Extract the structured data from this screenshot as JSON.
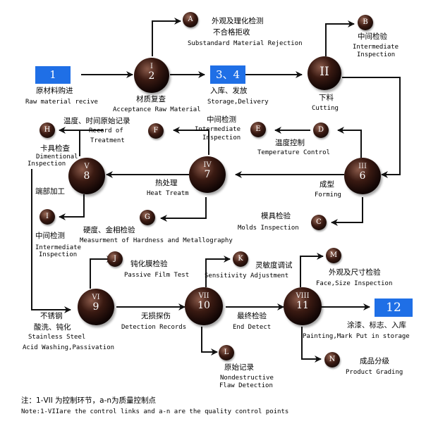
{
  "nodes": {
    "n1": {
      "label": "1",
      "cn": "原材料购进",
      "en": "Raw material recive"
    },
    "n2": {
      "roman": "I",
      "num": "2",
      "cn": "材质复查",
      "en": "Acceptance Raw Material"
    },
    "n34": {
      "label": "3、4",
      "cn": "入库、发放",
      "en": "Storage,Delivery"
    },
    "nII": {
      "roman": "II",
      "cn": "下料",
      "en": "Cutting"
    },
    "nIII": {
      "roman": "III",
      "num": "6",
      "cn": "成型",
      "en": "Forming"
    },
    "nIV": {
      "roman": "IV",
      "num": "7",
      "cn": "热处理",
      "en": "Heat Treatm"
    },
    "nV": {
      "roman": "V",
      "num": "8",
      "cn": "端部加工"
    },
    "nVI": {
      "roman": "VI",
      "num": "9",
      "cn1": "不锈钢",
      "cn2": "酸洗、钝化",
      "en1": "Stainless Steel",
      "en2": "Acid Washing,Passivation"
    },
    "nVII": {
      "roman": "VII",
      "num": "10",
      "cn": "无损探伤",
      "en": "Detection Records"
    },
    "nVIII": {
      "roman": "VIII",
      "num": "11",
      "cn": "最终检验",
      "en": "End Detect"
    },
    "n12": {
      "label": "12",
      "cn": "涂漆、标志、入库",
      "en": "Painting,Mark Put in storage"
    }
  },
  "checks": {
    "A": {
      "label": "A",
      "cn": "外观及理化检测",
      "cn2": "不合格拒收",
      "en": "Substandard Material Rejection"
    },
    "B": {
      "label": "B",
      "cn": "中间检验",
      "en1": "Intermediate",
      "en2": "Inspection"
    },
    "C": {
      "label": "C",
      "cn": "模具检验",
      "en": "Molds Inspection"
    },
    "D": {
      "label": "D",
      "cn": "温度控制",
      "en": "Temperature Control"
    },
    "E": {
      "label": "E",
      "cn": "中间检测",
      "en1": "Intermediate",
      "en2": "Inspection"
    },
    "F": {
      "label": "F",
      "cn": "温度、时间原始记录",
      "en1": "Record of",
      "en2": "Treatment"
    },
    "G": {
      "label": "G",
      "cn": "硬度、金相检验",
      "en": "Measurment of Hardness and Metallography"
    },
    "H": {
      "label": "H",
      "cn": "卡具检查",
      "en1": "Dimentional",
      "en2": "Inspection"
    },
    "I": {
      "label": "I",
      "cn": "中间检测",
      "en1": "Intermediate",
      "en2": "Inspection"
    },
    "J": {
      "label": "J",
      "cn": "钝化膜检验",
      "en": "Passive Film Test"
    },
    "K": {
      "label": "K",
      "cn": "灵敏度调试",
      "en": "Sensitivity Adjustment"
    },
    "L": {
      "label": "L",
      "cn": "原始记录",
      "en1": "Nondestructive",
      "en2": "Flaw Detection"
    },
    "M": {
      "label": "M",
      "cn": "外观及尺寸检验",
      "en": "Face,Size Inspection"
    },
    "N": {
      "label": "N",
      "cn": "成品分级",
      "en": "Product Grading"
    }
  },
  "note": {
    "cn": "注：1-VII 为控制环节，a-n为质量控制点",
    "en": "Note:1-VIIare the control links and a-n are the quality control points"
  },
  "colors": {
    "square": "#1f6fe6",
    "ball": "#2a100a"
  }
}
